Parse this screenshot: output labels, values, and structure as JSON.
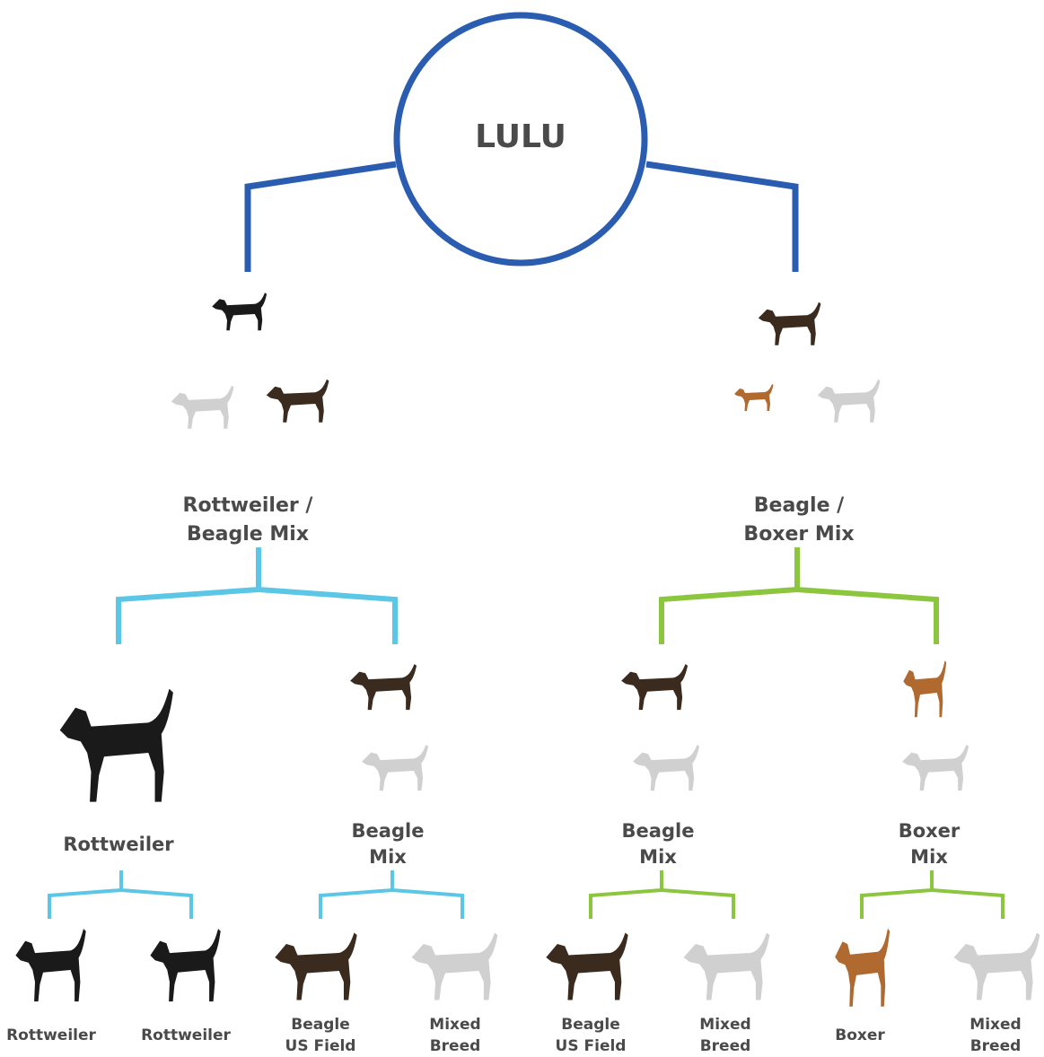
{
  "root": {
    "name": "LULU"
  },
  "colors": {
    "root": "#2a5db0",
    "left_branch": "#5cc6e6",
    "right_branch": "#8cc63f",
    "label": "#4a4a4a",
    "mixed_silhouette": "#d0d0d0",
    "rottweiler": "#1a1a1a",
    "beagle": "#3b2a1e",
    "boxer": "#b06a30"
  },
  "parents": {
    "left": {
      "line1": "Rottweiler /",
      "line2": "Beagle Mix"
    },
    "right": {
      "line1": "Beagle /",
      "line2": "Boxer Mix"
    }
  },
  "grandparents": {
    "g1": {
      "line1": "Rottweiler"
    },
    "g2": {
      "line1": "Beagle",
      "line2": "Mix"
    },
    "g3": {
      "line1": "Beagle",
      "line2": "Mix"
    },
    "g4": {
      "line1": "Boxer",
      "line2": "Mix"
    }
  },
  "great_grandparents": [
    {
      "line1": "Rottweiler",
      "line2": "",
      "icon": "rottweiler-icon"
    },
    {
      "line1": "Rottweiler",
      "line2": "",
      "icon": "rottweiler-icon"
    },
    {
      "line1": "Beagle",
      "line2": "US Field",
      "icon": "beagle-icon"
    },
    {
      "line1": "Mixed",
      "line2": "Breed",
      "icon": "mixed-breed-icon"
    },
    {
      "line1": "Beagle",
      "line2": "US Field",
      "icon": "beagle-icon"
    },
    {
      "line1": "Mixed",
      "line2": "Breed",
      "icon": "mixed-breed-icon"
    },
    {
      "line1": "Boxer",
      "line2": "",
      "icon": "boxer-icon"
    },
    {
      "line1": "Mixed",
      "line2": "Breed",
      "icon": "mixed-breed-icon"
    }
  ]
}
